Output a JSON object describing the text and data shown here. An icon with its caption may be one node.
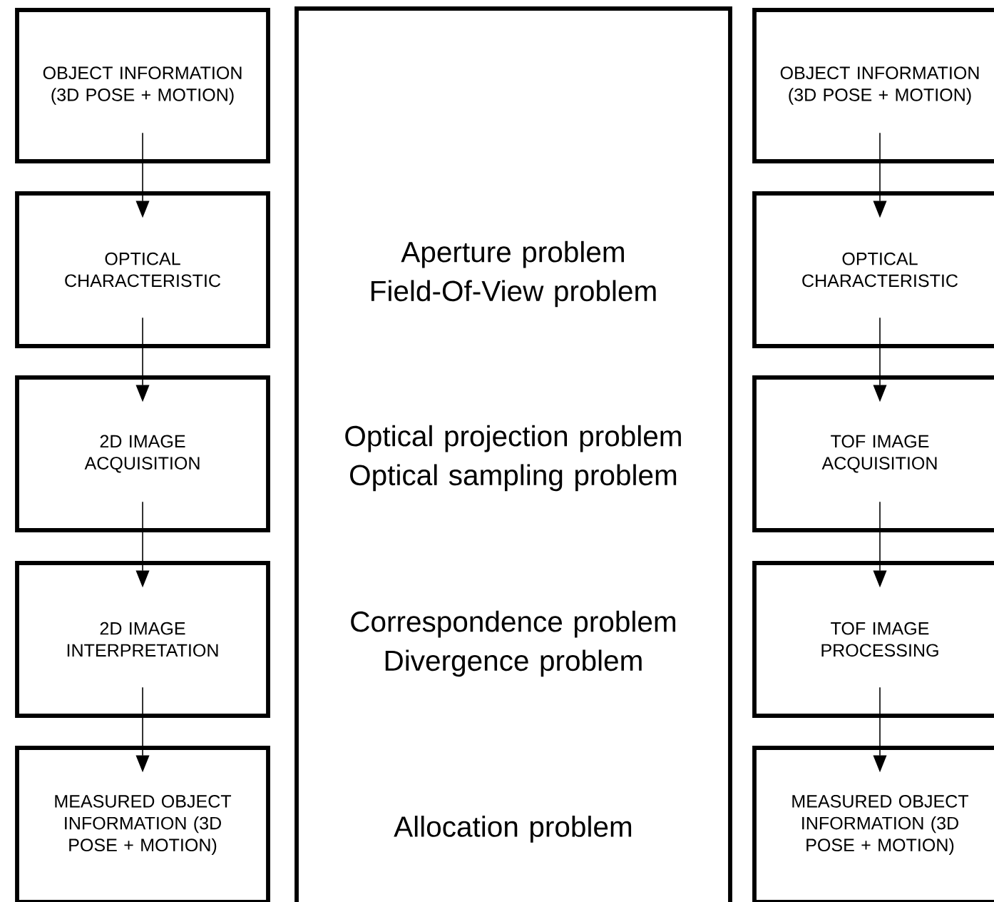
{
  "diagram": {
    "nodes": [
      {
        "text": [
          "OBJECT INFORMATION (3D POSE + MOTION)"
        ]
      },
      {
        "text": [
          "OPTICAL CHARACTERISTIC"
        ]
      },
      {
        "text": [
          "2D IMAGE ACQUISITION"
        ]
      },
      {
        "text": [
          "2D IMAGE INTERPRETATION"
        ]
      },
      {
        "text": [
          "MEASURED OBJECT INFORMATION (3D POSE + MOTION)"
        ]
      },
      {
        "text": [
          "Aperture problem Field-Of-View problem",
          "Optical projection problem Optical sampling problem",
          "Correspondence problem Divergence problem",
          "Allocation problem"
        ]
      },
      {
        "text": [
          "OBJECT INFORMATION (3D POSE + MOTION)"
        ]
      },
      {
        "text": [
          "OPTICAL CHARACTERISTIC"
        ]
      },
      {
        "text": [
          "TOF IMAGE ACQUISITION"
        ]
      },
      {
        "text": [
          "TOF IMAGE PROCESSING"
        ]
      },
      {
        "text": [
          "MEASURED OBJECT INFORMATION (3D POSE + MOTION)"
        ]
      }
    ],
    "edges": [
      {
        "from": 0,
        "to": 1,
        "arrow": "to"
      },
      {
        "from": 1,
        "to": 2,
        "arrow": "to"
      },
      {
        "from": 2,
        "to": 3,
        "arrow": "to"
      },
      {
        "from": 3,
        "to": 4,
        "arrow": "to"
      },
      {
        "from": 6,
        "to": 7,
        "arrow": "to"
      },
      {
        "from": 7,
        "to": 8,
        "arrow": "to"
      },
      {
        "from": 8,
        "to": 9,
        "arrow": "to"
      },
      {
        "from": 9,
        "to": 10,
        "arrow": "to"
      }
    ]
  }
}
